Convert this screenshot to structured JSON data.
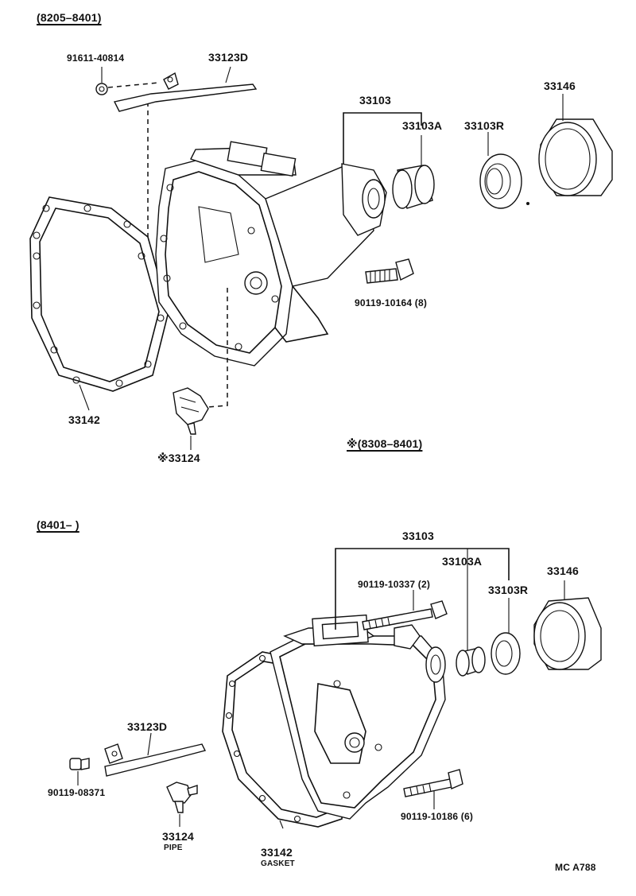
{
  "top_section": {
    "range_label": "(8205–8401)",
    "parts": {
      "bolt_91611": "91611-40814",
      "lever_33123D": "33123D",
      "group_33103": "33103",
      "bushing_33103A": "33103A",
      "seal_33103R": "33103R",
      "sleeve_33146": "33146",
      "bolt_90119": "90119-10164 (8)",
      "gasket_33142": "33142",
      "pipe_33124": "※33124"
    },
    "note": "※(8308–8401)"
  },
  "bottom_section": {
    "range_label": "(8401–        )",
    "parts": {
      "group_33103": "33103",
      "bushing_33103A": "33103A",
      "bolt_90119_10337": "90119-10337 (2)",
      "seal_33103R": "33103R",
      "sleeve_33146": "33146",
      "lever_33123D": "33123D",
      "plug_90119_08371": "90119-08371",
      "bolt_90119_10186": "90119-10186 (6)",
      "pipe_33124": "33124",
      "pipe_caption": "PIPE",
      "gasket_33142": "33142",
      "gasket_caption": "GASKET"
    }
  },
  "footer": {
    "code": "MC  A788"
  }
}
